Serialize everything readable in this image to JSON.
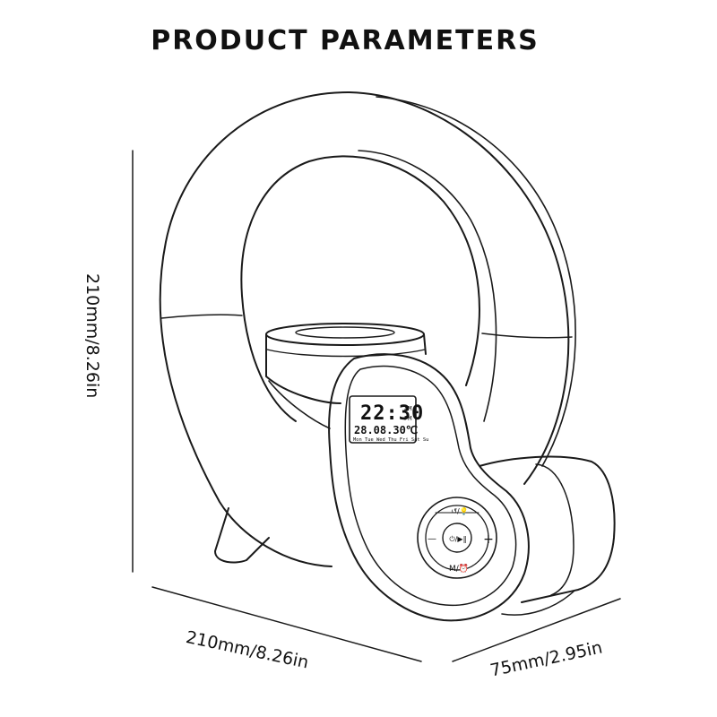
{
  "title": "PRODUCT PARAMETERS",
  "dimensions": {
    "height": "210mm/8.26in",
    "width": "210mm/8.26in",
    "depth": "75mm/2.95in"
  },
  "display": {
    "time": "22:30",
    "am": "AM",
    "pm": "PM",
    "date_temp": "28.08.30℃",
    "weekdays": "Mon Tue Wed Thu Fri Sat Su"
  },
  "controls": {
    "top": "↺/💡",
    "left": "—",
    "center": "⏻/▶‖",
    "right": "+",
    "bottom": "M/⏰"
  },
  "colors": {
    "line": "#1a1a1a",
    "background": "#ffffff"
  }
}
